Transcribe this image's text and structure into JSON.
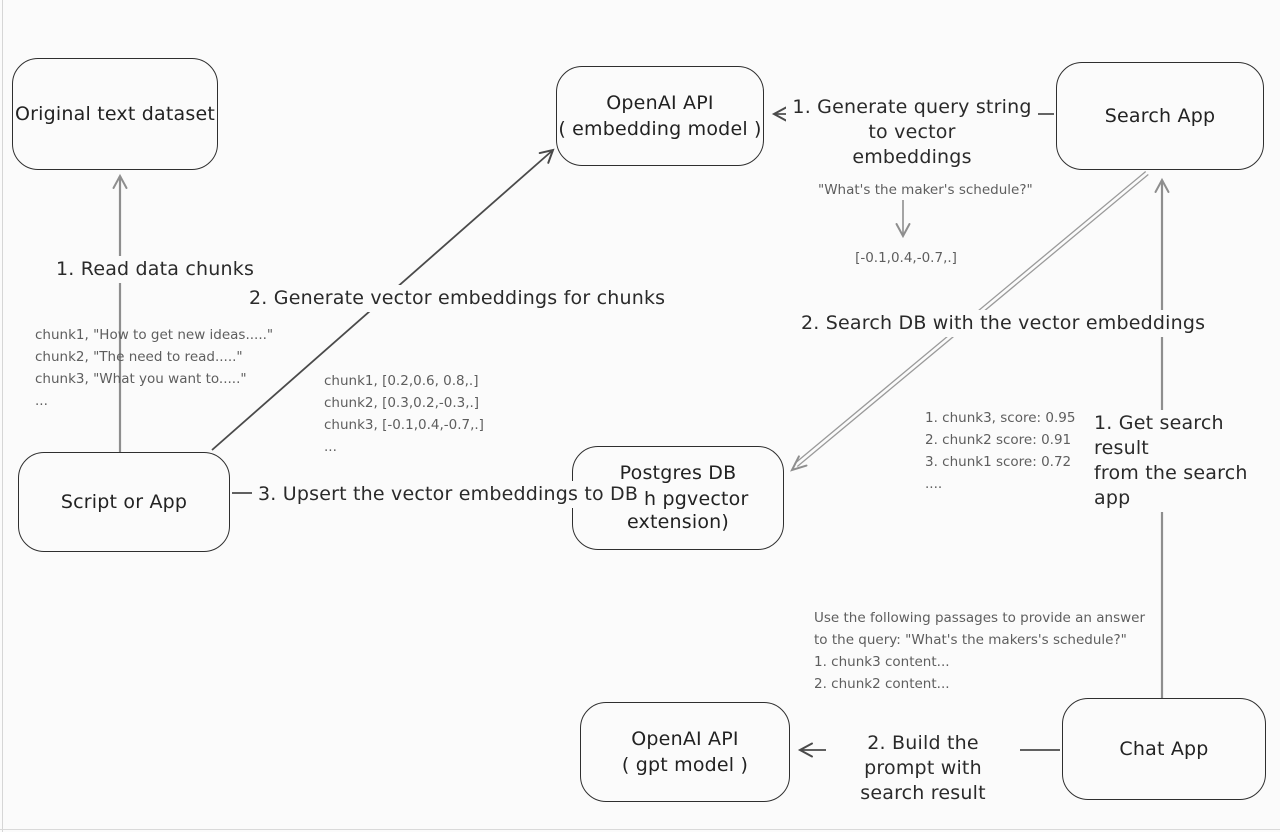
{
  "nodes": {
    "original": {
      "lines": [
        "Original text dataset"
      ]
    },
    "embedding": {
      "lines": [
        "OpenAI API",
        "( embedding model )"
      ]
    },
    "search": {
      "lines": [
        "Search App"
      ]
    },
    "script": {
      "lines": [
        "Script or App"
      ]
    },
    "postgres": {
      "lines": [
        "Postgres DB",
        "(with pgvector extension)"
      ]
    },
    "gpt": {
      "lines": [
        "OpenAI API",
        "( gpt model )"
      ]
    },
    "chat": {
      "lines": [
        "Chat App"
      ]
    }
  },
  "edge_labels": {
    "read_chunks": "1. Read data chunks",
    "generate_embeddings": "2. Generate vector embeddings for chunks",
    "upsert": "3. Upsert the vector embeddings  to DB",
    "query_string": {
      "line1": "1. Generate query string to vector",
      "line2": "embeddings"
    },
    "search_db": "2. Search DB with the vector embeddings",
    "get_result": {
      "line1": "1. Get search result",
      "line2": "from the search app"
    },
    "build_prompt": {
      "line1": "2. Build the prompt with",
      "line2": "search result"
    }
  },
  "annotations": {
    "chunks": [
      "chunk1, \"How to get new ideas.....\"",
      "chunk2, \"The need to read.....\"",
      "chunk3, \"What you want to.....\"",
      "..."
    ],
    "vectors": [
      "chunk1, [0.2,0.6, 0.8,.]",
      "chunk2, [0.3,0.2,-0.3,.]",
      "chunk3, [-0.1,0.4,-0.7,.]",
      "..."
    ],
    "query": "\"What's the maker's schedule?\"",
    "query_vector": "[-0.1,0.4,-0.7,.]",
    "scores": [
      "1. chunk3, score: 0.95",
      "2. chunk2 score: 0.91",
      "3. chunk1 score: 0.72",
      "...."
    ],
    "prompt": [
      "Use the following passages to provide an answer",
      "to the query: \"What's the makers's schedule?\"",
      "1. chunk3 content...",
      "2. chunk2 content..."
    ]
  },
  "colors": {
    "arrow_dark": "#4a4a4a",
    "arrow_gray": "#949494",
    "box_border": "#2f2f2f",
    "background": "#fbfbfb"
  }
}
